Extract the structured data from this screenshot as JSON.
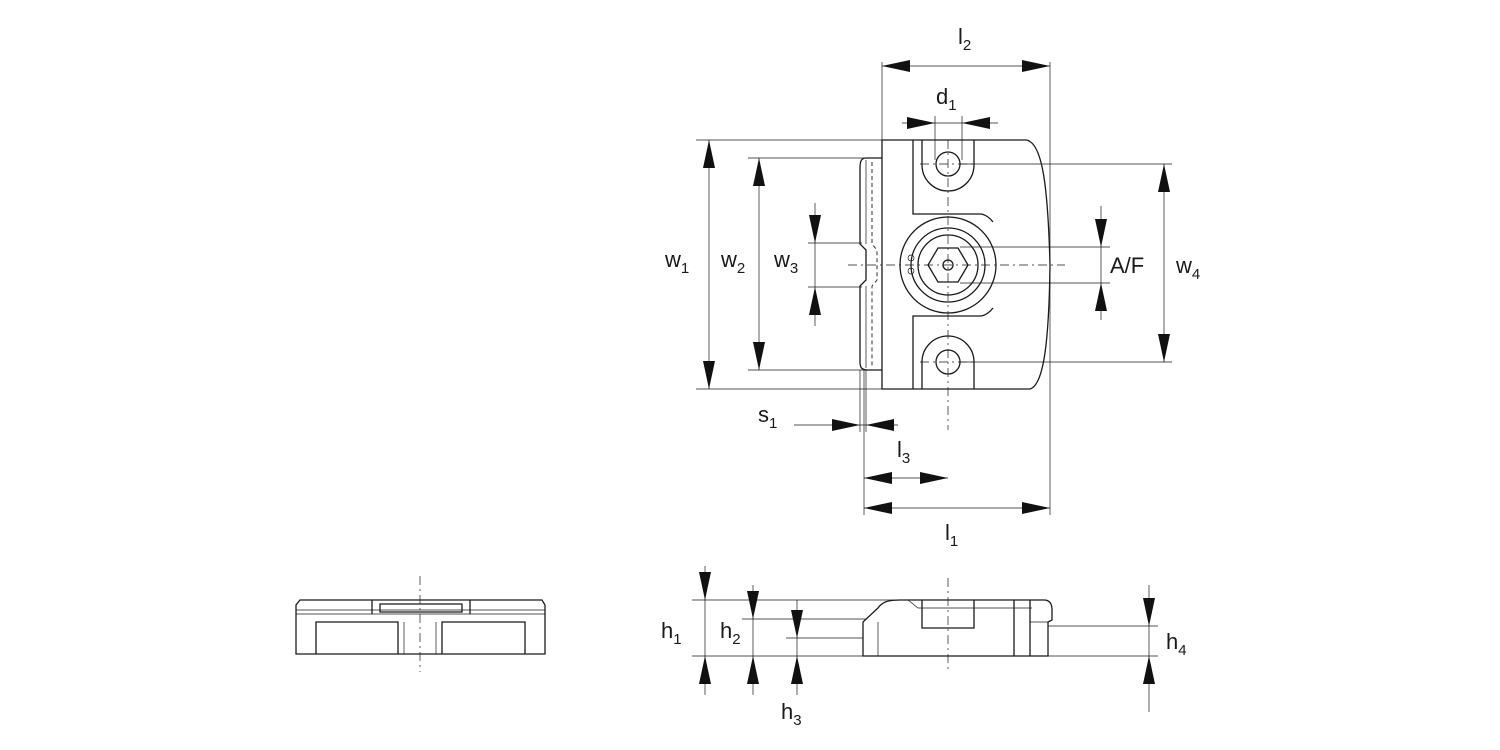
{
  "dimensions": {
    "l2": {
      "base": "l",
      "sub": "2"
    },
    "d1": {
      "base": "d",
      "sub": "1"
    },
    "w1": {
      "base": "w",
      "sub": "1"
    },
    "w2": {
      "base": "w",
      "sub": "2"
    },
    "w3": {
      "base": "w",
      "sub": "3"
    },
    "af": {
      "text": "A/F"
    },
    "w4": {
      "base": "w",
      "sub": "4"
    },
    "s1": {
      "base": "s",
      "sub": "1"
    },
    "l3": {
      "base": "l",
      "sub": "3"
    },
    "l1": {
      "base": "l",
      "sub": "1"
    },
    "h1": {
      "base": "h",
      "sub": "1"
    },
    "h2": {
      "base": "h",
      "sub": "2"
    },
    "h3": {
      "base": "h",
      "sub": "3"
    },
    "h4": {
      "base": "h",
      "sub": "4"
    }
  }
}
